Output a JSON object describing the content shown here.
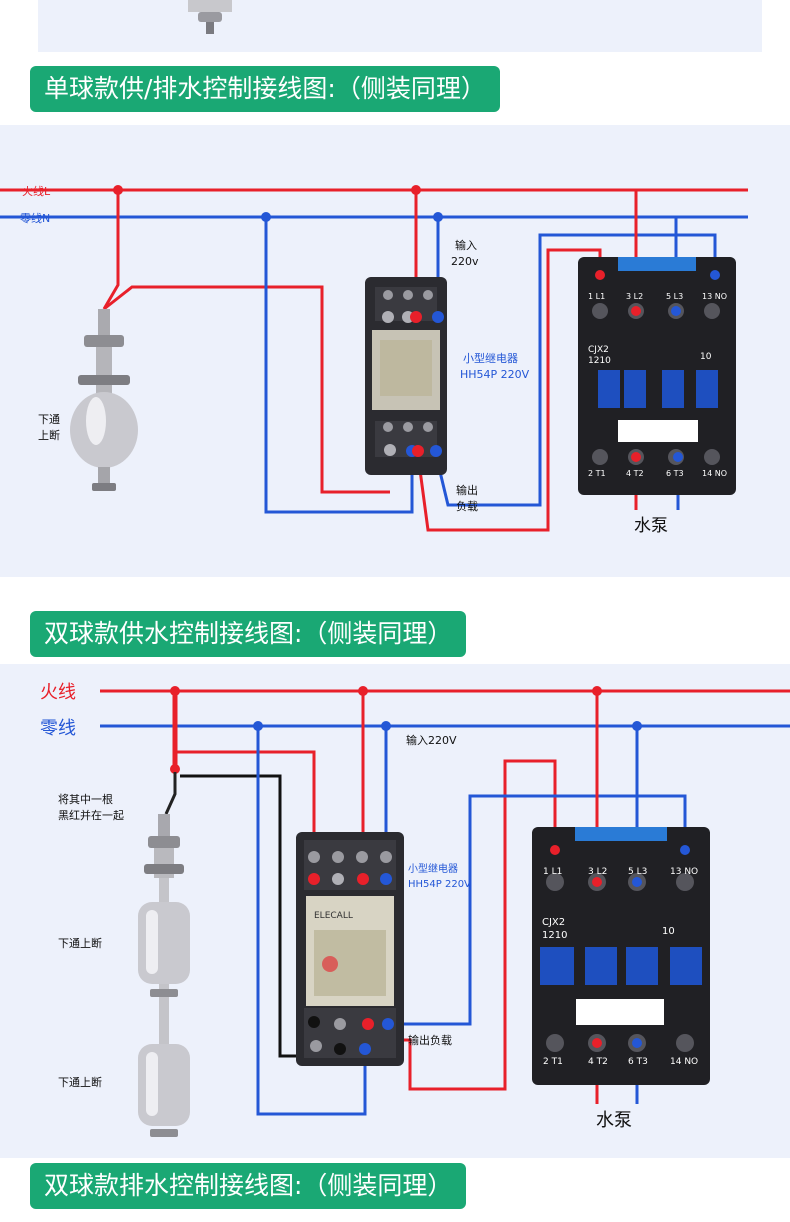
{
  "titles": {
    "single": "单球款供/排水控制接线图:（侧装同理）",
    "double_supply": "双球款供水控制接线图:（侧装同理）",
    "double_drain": "双球款排水控制接线图:（侧装同理）"
  },
  "d1": {
    "live": "火线L",
    "neutral": "零线N",
    "input": [
      "输入",
      "220v"
    ],
    "relay": [
      "小型继电器",
      "HH54P 220V"
    ],
    "output": [
      "输出",
      "负载"
    ],
    "float": [
      "下通",
      "上断"
    ],
    "pump": "水泵"
  },
  "d2": {
    "live": "火线",
    "neutral": "零线",
    "input": "输入220V",
    "note": [
      "将其中一根",
      "黑红并在一起"
    ],
    "relay": [
      "小型继电器",
      "HH54P 220V"
    ],
    "relay_brand": "ELECALL",
    "output": "输出负载",
    "float_upper": "下通上断",
    "float_lower": "下通上断",
    "pump": "水泵"
  },
  "contactor": {
    "model": "CJX2",
    "rating": "1210",
    "aux": "10",
    "top_terminals": [
      "1 L1",
      "3 L2",
      "5 L3",
      "13 NO"
    ],
    "bottom_terminals": [
      "2 T1",
      "4 T2",
      "6 T3",
      "14 NO"
    ]
  },
  "colors": {
    "live": "#e8202a",
    "neutral": "#2457d6",
    "black": "#111111",
    "banner": "#1aa874",
    "panel": "#edf1fb"
  }
}
